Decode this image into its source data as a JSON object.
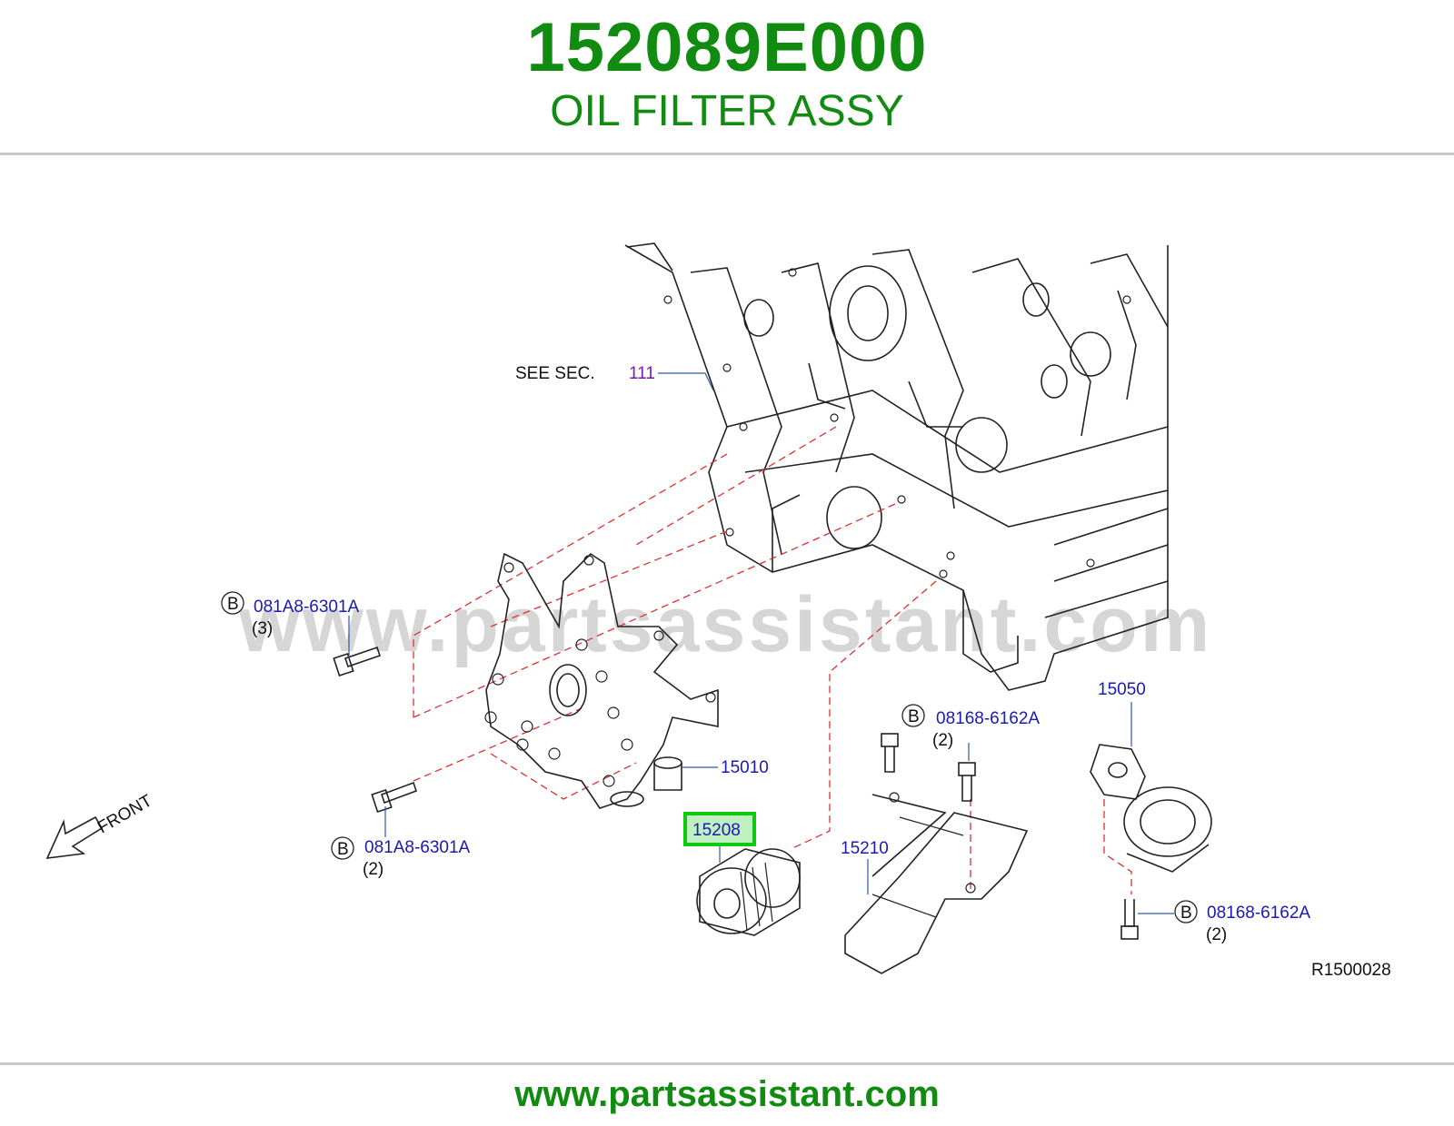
{
  "header": {
    "part_number": "152089E000",
    "part_name": "OIL FILTER ASSY"
  },
  "footer": {
    "url": "www.partsassistant.com"
  },
  "diagram": {
    "watermark": "www.partsassistant.com",
    "see_sec_label": "SEE  SEC.",
    "see_sec_number": "111",
    "front_label": "FRONT",
    "diagram_code": "R1500028",
    "highlighted_part": "15208",
    "parts": {
      "p15010": "15010",
      "p15050": "15050",
      "p15210": "15210",
      "p15208": "15208"
    },
    "callouts": [
      {
        "badge": "B",
        "code": "081A8-6301A",
        "qty": "(3)"
      },
      {
        "badge": "B",
        "code": "081A8-6301A",
        "qty": "(2)"
      },
      {
        "badge": "B",
        "code": "08168-6162A",
        "qty": "(2)"
      },
      {
        "badge": "B",
        "code": "08168-6162A",
        "qty": "(2)"
      }
    ],
    "colors": {
      "title_green": "#118c11",
      "label_blue": "#1a1ab4",
      "highlight_green": "#11c811",
      "phantom_red": "#e03030"
    }
  }
}
